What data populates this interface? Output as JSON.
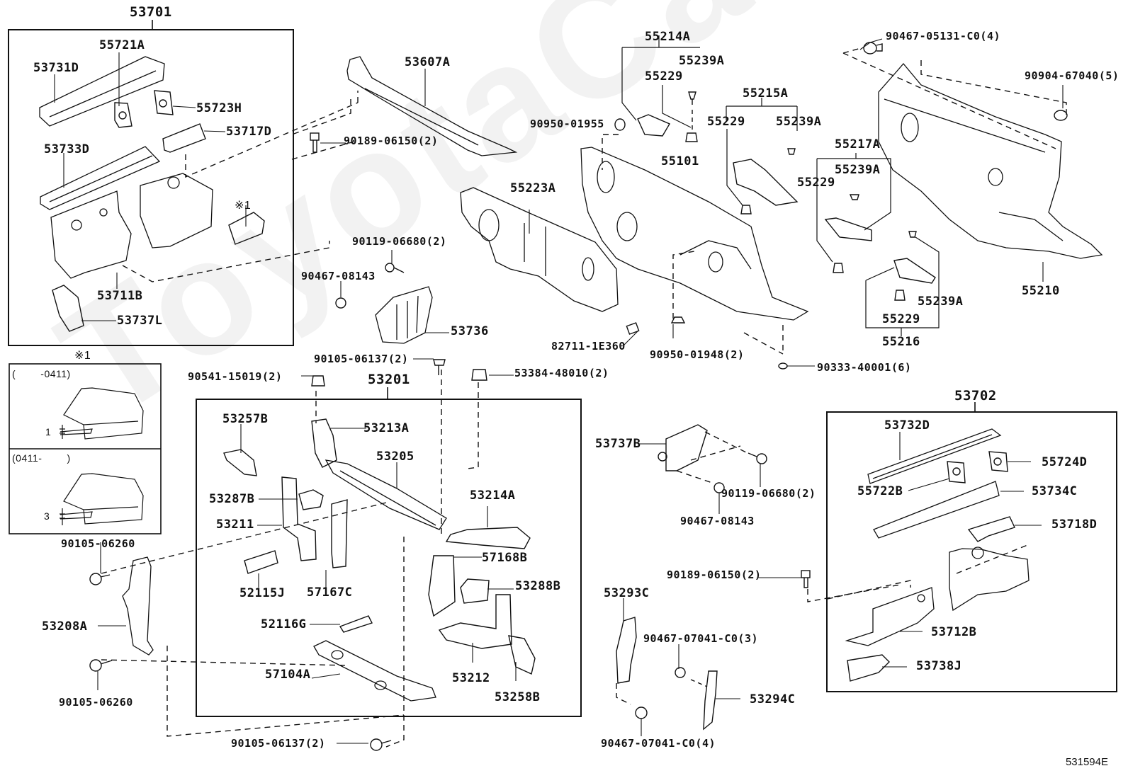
{
  "diagram": {
    "watermark": "ToyotaCanada",
    "catalog_code": "531594E",
    "note_ref_symbol": "※1",
    "groups": [
      {
        "id": "53701",
        "label": "53701",
        "parts": [
          "55721A",
          "53731D",
          "55723H",
          "53717D",
          "53733D",
          "53711B",
          "53737L"
        ]
      },
      {
        "id": "53201",
        "label": "53201",
        "parts": [
          "53257B",
          "53213A",
          "53205",
          "53287B",
          "53211",
          "52115J",
          "57167C",
          "52116G",
          "57104A"
        ]
      },
      {
        "id": "53702",
        "label": "53702",
        "parts": [
          "53732D",
          "55724D",
          "55722B",
          "53734C",
          "53718D",
          "53712B",
          "53738J"
        ]
      },
      {
        "id": "55214A",
        "label": "55214A",
        "parts": [
          "55229",
          "55239A"
        ]
      },
      {
        "id": "55215A",
        "label": "55215A",
        "parts": [
          "55229",
          "55239A"
        ]
      },
      {
        "id": "55217A",
        "label": "55217A",
        "parts": [
          "55229",
          "55239A"
        ]
      },
      {
        "id": "55216",
        "label": "55216",
        "parts": [
          "55229",
          "55239A"
        ]
      }
    ],
    "labels": {
      "g53701": "53701",
      "p55721A": "55721A",
      "p53731D": "53731D",
      "p55723H": "55723H",
      "p53717D": "53717D",
      "p53733D": "53733D",
      "pnote1": "※1",
      "p53711B": "53711B",
      "p53737L": "53737L",
      "p53607A": "53607A",
      "f90189a": "90189-06150(2)",
      "p55223A": "55223A",
      "f90119a": "90119-06680(2)",
      "f90467a": "90467-08143",
      "p53736": "53736",
      "g55214A": "55214A",
      "p55239A_1": "55239A",
      "p55229_1": "55229",
      "f90950a": "90950-01955",
      "p55101": "55101",
      "g55215A": "55215A",
      "p55229_2": "55229",
      "p55239A_2": "55239A",
      "g55217A": "55217A",
      "p55239A_3": "55239A",
      "p55229_3": "55229",
      "f90467b": "90467-05131-C0(4)",
      "f90904": "90904-67040(5)",
      "p55210": "55210",
      "p55239A_4": "55239A",
      "p55229_4": "55229",
      "g55216": "55216",
      "f82711": "82711-1E360",
      "f90950b": "90950-01948(2)",
      "f90333": "90333-40001(6)",
      "f90105a": "90105-06137(2)",
      "f90541": "90541-15019(2)",
      "g53201": "53201",
      "f53384": "53384-48010(2)",
      "p53257B": "53257B",
      "p53213A": "53213A",
      "p53205": "53205",
      "p53287B": "53287B",
      "p53211": "53211",
      "p53214A": "53214A",
      "p57168B": "57168B",
      "p52115J": "52115J",
      "p57167C": "57167C",
      "p53288B": "53288B",
      "p52116G": "52116G",
      "p57104A": "57104A",
      "p53212": "53212",
      "p53258B": "53258B",
      "f90105b": "90105-06137(2)",
      "f90105c": "90105-06260",
      "p53208A": "53208A",
      "f90105d": "90105-06260",
      "p53737B": "53737B",
      "f90119b": "90119-06680(2)",
      "f90467c": "90467-08143",
      "f90189b": "90189-06150(2)",
      "p53293C": "53293C",
      "f90467d": "90467-07041-C0(3)",
      "p53294C": "53294C",
      "f90467e": "90467-07041-C0(4)",
      "g53702": "53702",
      "p53732D": "53732D",
      "p55724D": "55724D",
      "p55722B": "55722B",
      "p53734C": "53734C",
      "p53718D": "53718D",
      "p53712B": "53712B",
      "p53738J": "53738J"
    },
    "inset": {
      "title": "※1",
      "panels": [
        {
          "range": "(        -0411)",
          "dimension": "1"
        },
        {
          "range": "(0411-        )",
          "dimension": "3"
        }
      ]
    }
  }
}
